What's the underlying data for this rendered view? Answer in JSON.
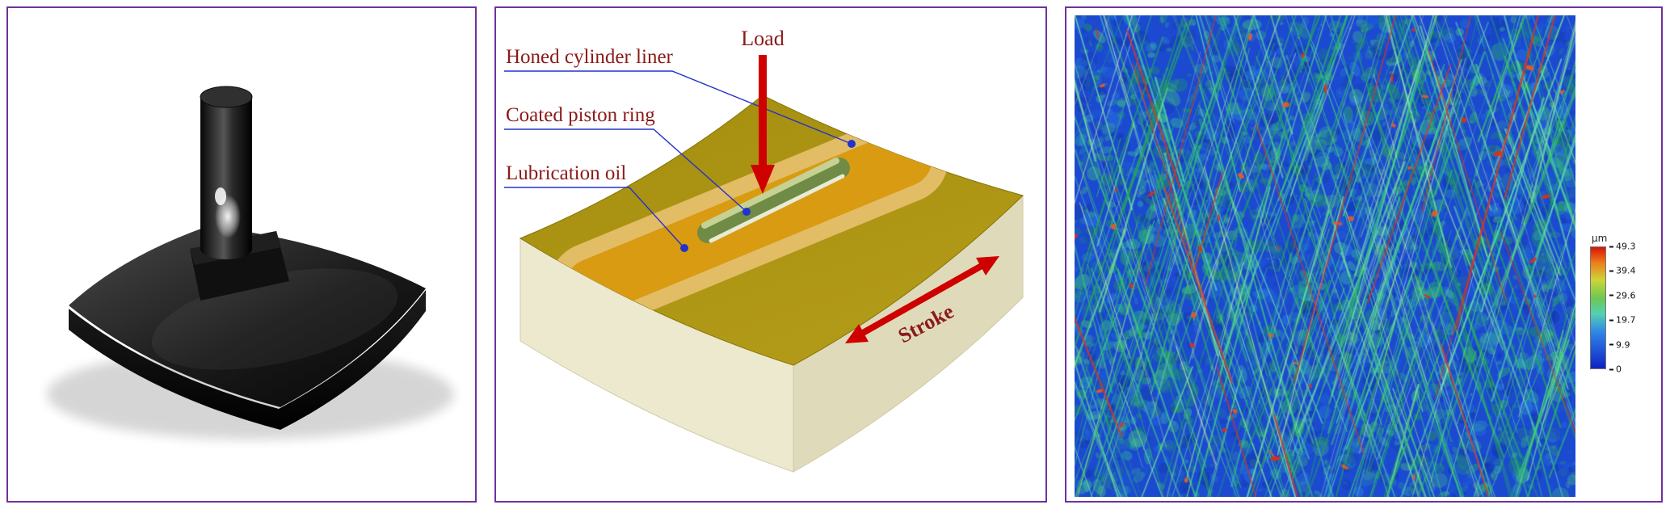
{
  "schematic": {
    "load_label": "Load",
    "liner_label": "Honed cylinder liner",
    "ring_label": "Coated piston ring",
    "oil_label": "Lubrication oil",
    "stroke_label": "Stroke"
  },
  "topography": {
    "colorbar": {
      "unit": "µm",
      "values": [
        "49.3",
        "39.4",
        "29.6",
        "19.7",
        "9.9",
        "0"
      ]
    }
  },
  "colors": {
    "panel_border": "#7030a0",
    "label_text": "#8b1a1a",
    "leader_line": "#2233cc",
    "arrow_red": "#cf0000",
    "liner_top": "#a99110",
    "block_side": "#ece9cf",
    "ring_green": "#6f8b45",
    "oil_amber": "#d89b12",
    "map_base_blue": "#1b4ad0",
    "map_ridge_green": "#2fbf6a",
    "map_peak_red": "#e03014"
  },
  "chart_data": {
    "type": "heatmap",
    "colorbar_unit": "µm",
    "colorbar_ticks": [
      49.3,
      39.4,
      29.6,
      19.7,
      9.9,
      0
    ],
    "value_range": [
      0,
      49.3
    ],
    "legend_position": "right"
  }
}
